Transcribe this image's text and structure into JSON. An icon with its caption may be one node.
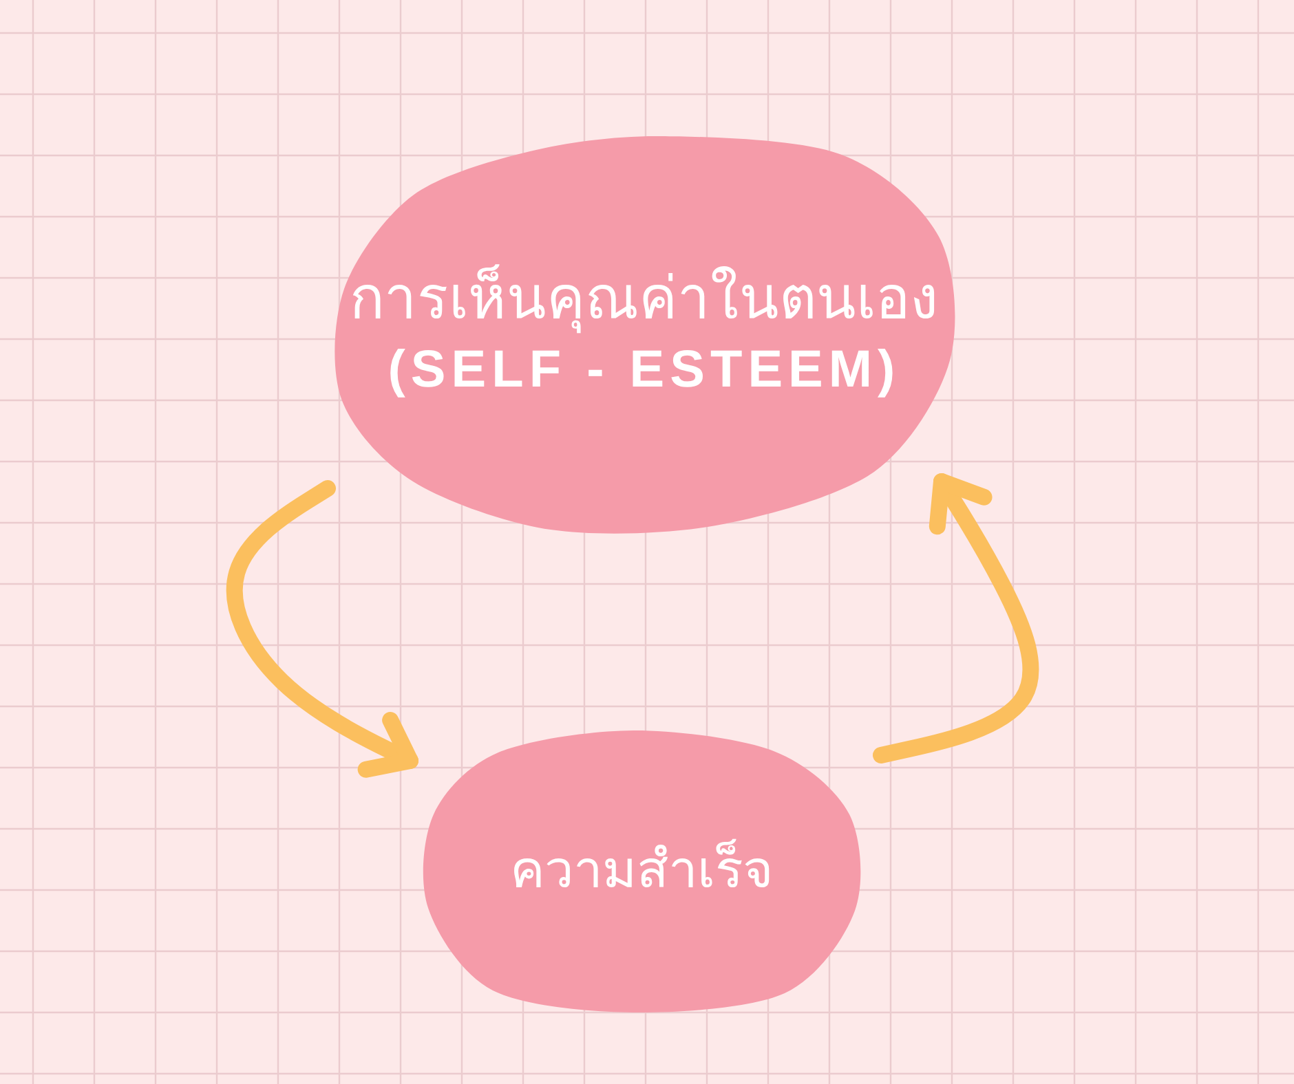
{
  "diagram": {
    "nodes": [
      {
        "text": [
          "การเห็นคุณค่าในตนเอง",
          "(SELF - ESTEEM)"
        ]
      },
      {
        "text": [
          "ความสำเร็จ"
        ]
      }
    ],
    "edges": [
      {
        "from": 0,
        "to": 1,
        "arrow": "to"
      },
      {
        "from": 1,
        "to": 0,
        "arrow": "to"
      }
    ]
  }
}
